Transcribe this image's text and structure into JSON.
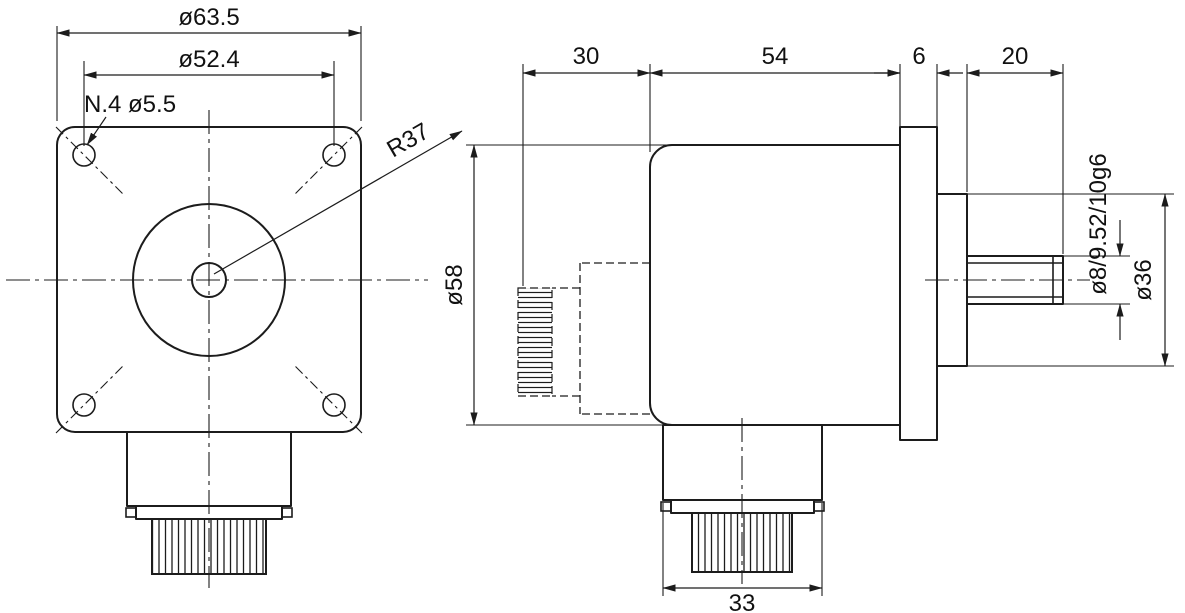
{
  "sheet": {
    "background": "#ffffff",
    "line_color": "#1c1c1c"
  },
  "front_view": {
    "dim_flange_width": "ø63.5",
    "dim_bolt_spacing": "ø52.4",
    "dim_mounting_holes": "N.4 ø5.5",
    "dim_hole_circle_radius": "R37"
  },
  "side_view": {
    "dim_rear_recess_depth": "30",
    "dim_body_length": "54",
    "dim_flange_thickness": "6",
    "dim_shaft_length": "20",
    "dim_body_diameter": "ø58",
    "dim_shaft_diameter": "ø8/9.52/10g6",
    "dim_pilot_boss_diameter": "ø36",
    "dim_connector_width": "33"
  }
}
